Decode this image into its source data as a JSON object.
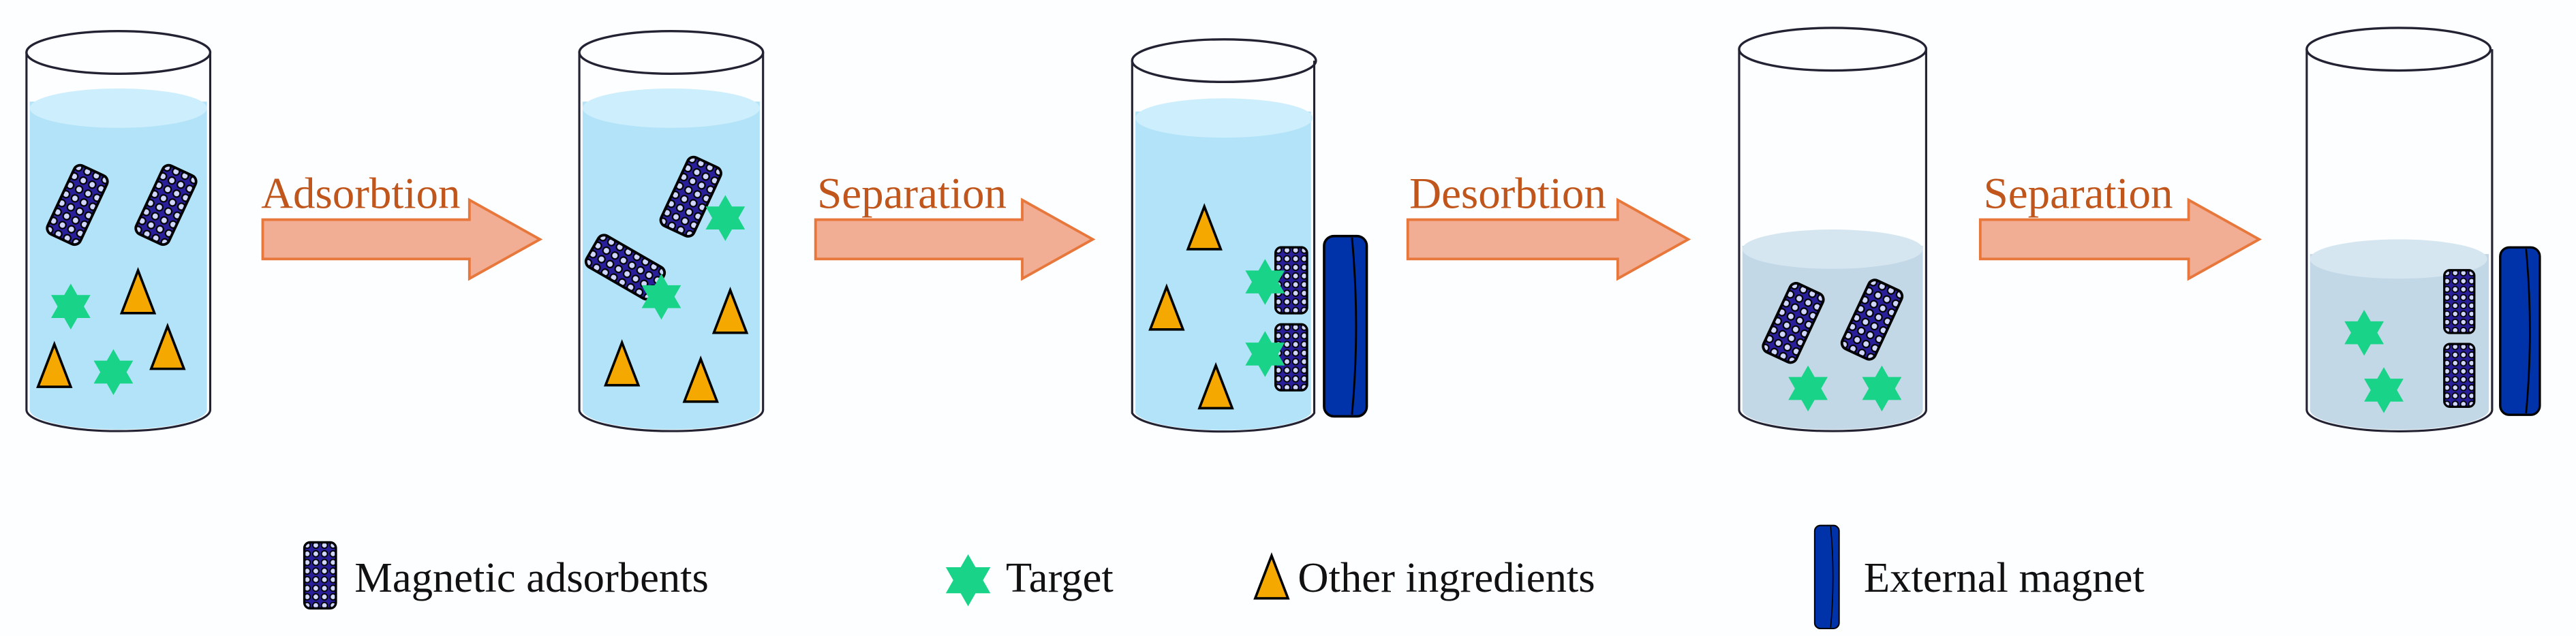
{
  "steps": [
    {
      "label": "Adsorbtion"
    },
    {
      "label": "Separation"
    },
    {
      "label": "Desorbtion"
    },
    {
      "label": "Separation"
    }
  ],
  "legend": {
    "adsorbent": "Magnetic adsorbents",
    "target": "Target",
    "other": "Other ingredients",
    "magnet": "External magnet"
  },
  "colors": {
    "liquid": "#b3e3f8",
    "liquid_desorbed": "#c2d8e6",
    "arrow_fill": "#f2ae94",
    "arrow_stroke": "#e8773c",
    "label": "#c0561c",
    "target": "#19d488",
    "other": "#f5a900",
    "magnet": "#0033aa",
    "adsorbent": "#2a1f9a"
  },
  "icons": {
    "adsorbent": "magnetic-adsorbent-icon",
    "target": "star-icon",
    "other": "triangle-icon",
    "magnet": "magnet-icon"
  }
}
